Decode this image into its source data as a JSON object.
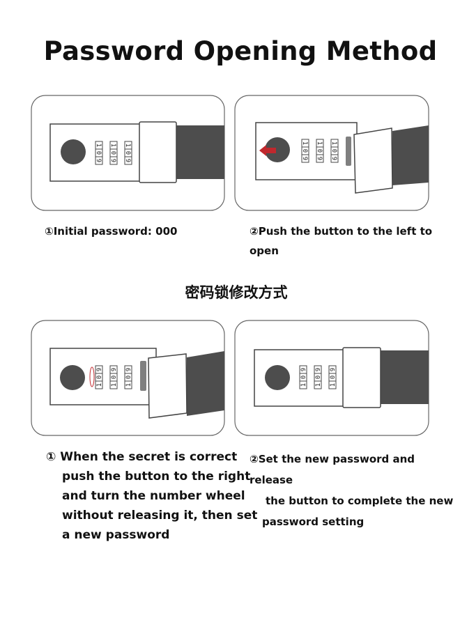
{
  "title": "Password Opening Method",
  "subtitle": "密码锁修改方式",
  "dial_digits": [
    "1",
    "0",
    "9"
  ],
  "colors": {
    "accent_arrow": "#c0282d",
    "lock_dark": "#4d4d4d",
    "slot_gray": "#7f7f7f"
  },
  "steps": [
    {
      "caption": "①Initial password: 000"
    },
    {
      "caption": "②Push the button to the left to open"
    },
    {
      "caption_lines": [
        "① When the secret is correct",
        "push the button to the right",
        "and turn the number wheel",
        "without releasing it, then set",
        "a new password"
      ]
    },
    {
      "caption_lines": [
        "②Set the new password and release",
        "the button to complete the new",
        "password setting"
      ]
    }
  ]
}
